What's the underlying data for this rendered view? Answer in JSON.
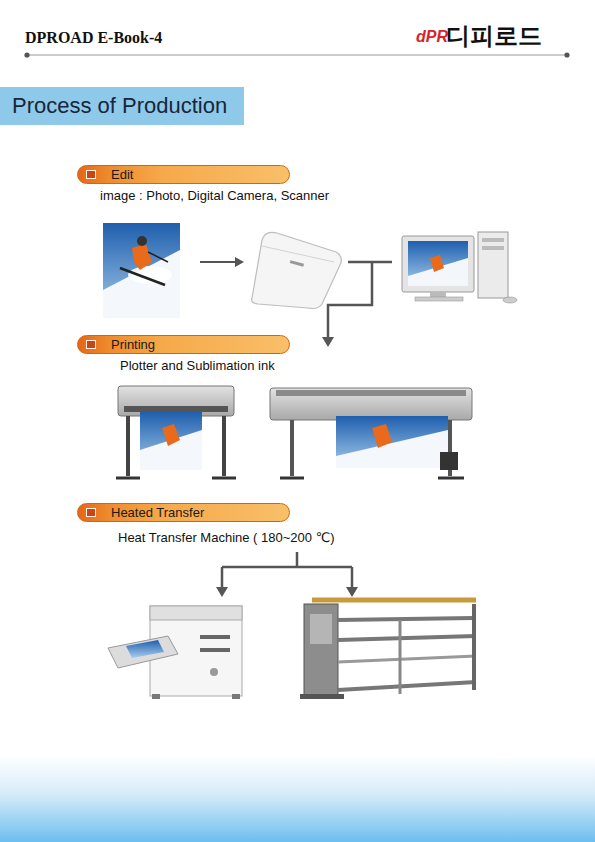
{
  "diagram": {
    "title": "Process of Production",
    "nodes": [
      {
        "text": [
          "Edit"
        ]
      },
      {
        "text": [
          "Printing"
        ]
      },
      {
        "text": [
          "Heated Transfer"
        ]
      }
    ],
    "labels": [
      "DPROAD E-Book-4",
      "dPR",
      "디피로드",
      "image : Photo, Digital Camera, Scanner",
      "Plotter and Sublimation ink",
      "Heat Transfer Machine ( 180~200 ℃)"
    ]
  }
}
